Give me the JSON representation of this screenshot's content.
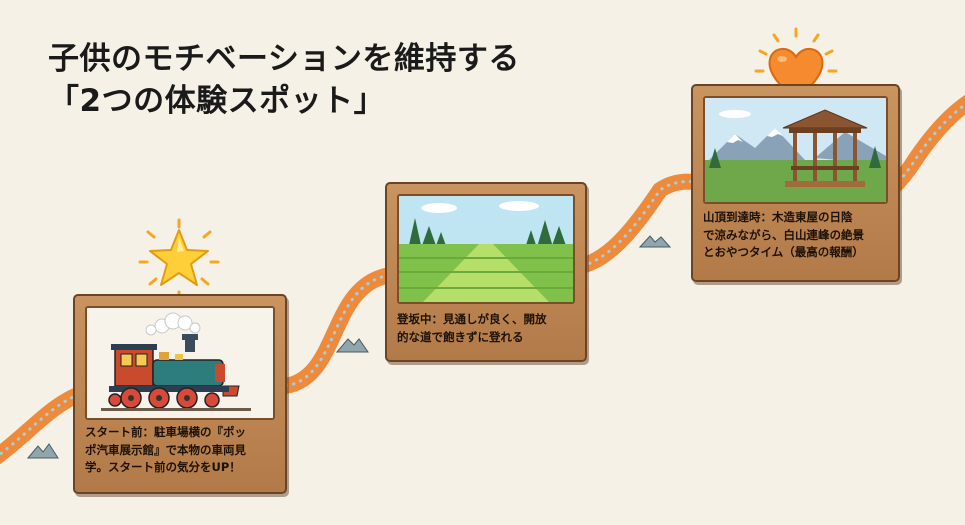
{
  "title": {
    "line1": "子供のモチベーションを維持する",
    "line2": "「2つの体験スポット」"
  },
  "spots": [
    {
      "id": "start",
      "icon": "star-icon",
      "picture": "steam-locomotive",
      "lines": [
        "スタート前：駐車場横の『ポッ",
        "ポ汽車展示館』で本物の車両見",
        "学。スタート前の気分をUP！"
      ]
    },
    {
      "id": "climbing",
      "picture": "grass-path-forest",
      "lines": [
        "登坂中：見通しが良く、開放",
        "的な道で飽きずに登れる"
      ]
    },
    {
      "id": "summit",
      "icon": "heart-icon",
      "picture": "wooden-gazebo-mountains",
      "lines": [
        "山頂到達時：木造東屋の日陰",
        "で涼みながら、白山連峰の絶景",
        "とおやつタイム（最高の報酬）"
      ]
    }
  ],
  "colors": {
    "path": "#ee8a3c",
    "path_dots": "#a8cdd6",
    "card_wood": "#bf8752",
    "card_border": "#6b4426",
    "background": "#f6f1e6"
  }
}
